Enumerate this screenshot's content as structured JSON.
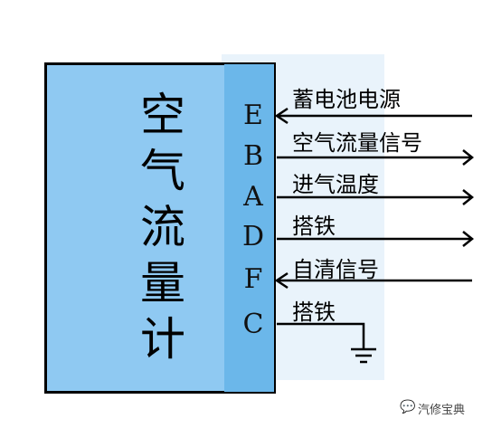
{
  "meter": {
    "title_chars": [
      "空",
      "气",
      "流",
      "量",
      "计"
    ]
  },
  "pins": [
    {
      "letter": "E",
      "label": "蓄电池电源",
      "direction": "in"
    },
    {
      "letter": "B",
      "label": "空气流量信号",
      "direction": "out"
    },
    {
      "letter": "A",
      "label": "进气温度",
      "direction": "out"
    },
    {
      "letter": "D",
      "label": "搭铁",
      "direction": "out"
    },
    {
      "letter": "F",
      "label": "自清信号",
      "direction": "in"
    },
    {
      "letter": "C",
      "label": "搭铁",
      "direction": "ground"
    }
  ],
  "watermark": {
    "icon": "chat-bubble-icon",
    "text": "汽修宝典"
  },
  "colors": {
    "meter_fill": "#8fc9f2",
    "pin_strip": "#6bb7ea",
    "line": "#000000"
  }
}
